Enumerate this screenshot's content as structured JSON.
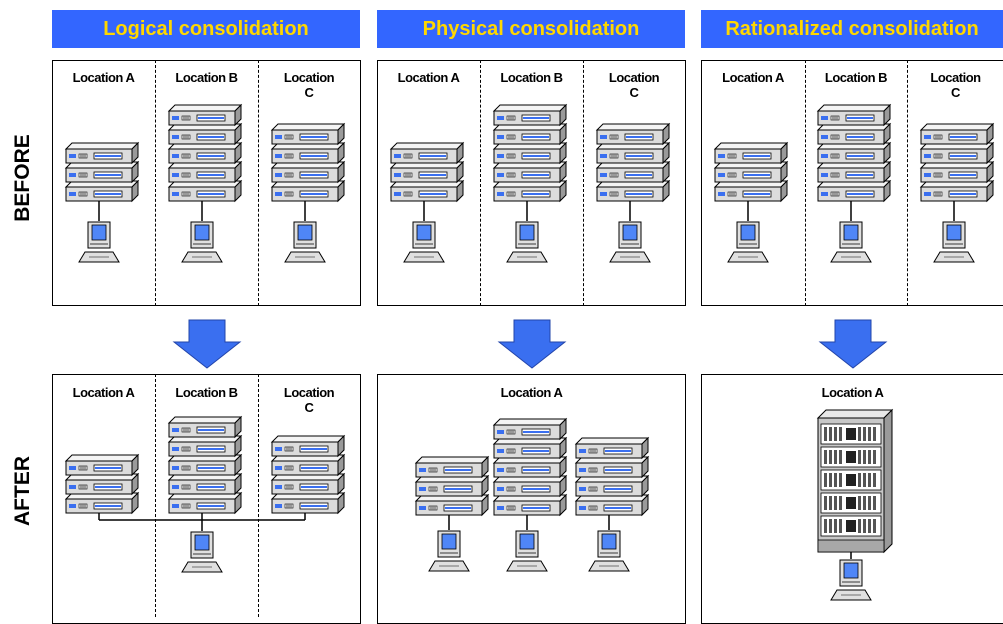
{
  "headers": {
    "logical": "Logical consolidation",
    "physical": "Physical consolidation",
    "rationalized": "Rationalized consolidation"
  },
  "row_labels": {
    "before": "BEFORE",
    "after": "AFTER"
  },
  "locations": {
    "a": "Location A",
    "b": "Location B",
    "c_line1": "Location",
    "c_line2": "C"
  },
  "colors": {
    "header_bg": "#3366ff",
    "header_text": "#ffd700",
    "arrow": "#3a6ff0",
    "screen": "#4f86f7"
  }
}
